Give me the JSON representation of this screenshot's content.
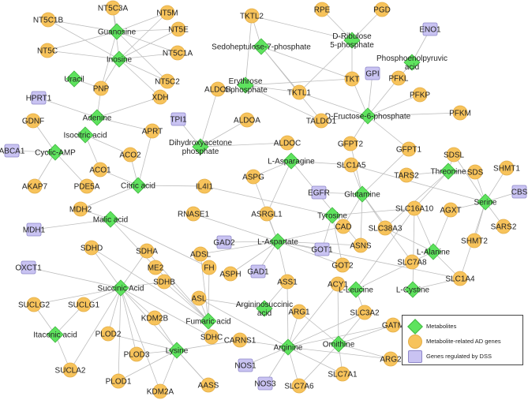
{
  "colors": {
    "metabolite": "#5ee35e",
    "metabolite_stroke": "#3fb63f",
    "gene": "#f7c35b",
    "gene_stroke": "#e3ad45",
    "dss": "#c9c3f2",
    "dss_stroke": "#8d86c8",
    "edge": "#bdbdbd"
  },
  "legend": {
    "metabolites": "Metabolites",
    "genes": "Metabolite-related AD genes",
    "dss": "Genes regulated by DSS"
  },
  "nodes": [
    {
      "id": "NT5C3A",
      "label": "NT5C3A",
      "type": "gene"
    },
    {
      "id": "NT5C1B",
      "label": "NT5C1B",
      "type": "gene"
    },
    {
      "id": "NT5M",
      "label": "NT5M",
      "type": "gene"
    },
    {
      "id": "Guanosine",
      "label": "Guanosine",
      "type": "metabolite"
    },
    {
      "id": "NT5C",
      "label": "NT5C",
      "type": "gene"
    },
    {
      "id": "NT5E",
      "label": "NT5E",
      "type": "gene"
    },
    {
      "id": "Inosine",
      "label": "Inosine",
      "type": "metabolite"
    },
    {
      "id": "NT5C1A",
      "label": "NT5C1A",
      "type": "gene"
    },
    {
      "id": "Uracil",
      "label": "Uracil",
      "type": "metabolite"
    },
    {
      "id": "PNP",
      "label": "PNP",
      "type": "gene"
    },
    {
      "id": "XDH",
      "label": "XDH",
      "type": "gene"
    },
    {
      "id": "NT5C2",
      "label": "NT5C2",
      "type": "gene"
    },
    {
      "id": "HPRT1",
      "label": "HPRT1",
      "type": "dss"
    },
    {
      "id": "Adenine",
      "label": "Adenine",
      "type": "metabolite"
    },
    {
      "id": "GDNF",
      "label": "GDNF",
      "type": "gene"
    },
    {
      "id": "IsocitricAcid",
      "label": "Isocitric acid",
      "type": "metabolite"
    },
    {
      "id": "APRT",
      "label": "APRT",
      "type": "gene"
    },
    {
      "id": "ABCA1",
      "label": "ABCA1",
      "type": "dss"
    },
    {
      "id": "CyclicAMP",
      "label": "Cyclic-AMP",
      "type": "metabolite"
    },
    {
      "id": "ACO2",
      "label": "ACO2",
      "type": "gene"
    },
    {
      "id": "ACO1",
      "label": "ACO1",
      "type": "gene"
    },
    {
      "id": "AKAP7",
      "label": "AKAP7",
      "type": "gene"
    },
    {
      "id": "PDE5A",
      "label": "PDE5A",
      "type": "gene"
    },
    {
      "id": "CitricAcid",
      "label": "Citric acid",
      "type": "metabolite"
    },
    {
      "id": "MDH2",
      "label": "MDH2",
      "type": "gene"
    },
    {
      "id": "MalicAcid",
      "label": "Malic acid",
      "type": "metabolite"
    },
    {
      "id": "MDH1",
      "label": "MDH1",
      "type": "dss"
    },
    {
      "id": "TKTL2",
      "label": "TKTL2",
      "type": "gene"
    },
    {
      "id": "RPE",
      "label": "RPE",
      "type": "gene"
    },
    {
      "id": "PGD",
      "label": "PGD",
      "type": "gene"
    },
    {
      "id": "S7P",
      "label": "Sedoheptulose-7-phosphate",
      "type": "metabolite"
    },
    {
      "id": "Ribulose",
      "label": "D-Ribulose\n5-phosphate",
      "type": "metabolite"
    },
    {
      "id": "ENO1",
      "label": "ENO1",
      "type": "dss"
    },
    {
      "id": "PEP",
      "label": "Phosphoenolpyruvic\nacid",
      "type": "metabolite"
    },
    {
      "id": "GPI",
      "label": "GPI",
      "type": "dss"
    },
    {
      "id": "E4P",
      "label": "Erythrose\n4-phosphate",
      "type": "metabolite"
    },
    {
      "id": "TKT",
      "label": "TKT",
      "type": "gene"
    },
    {
      "id": "PFKL",
      "label": "PFKL",
      "type": "gene"
    },
    {
      "id": "ALDOB",
      "label": "ALDOB",
      "type": "gene"
    },
    {
      "id": "TKTL1",
      "label": "TKTL1",
      "type": "gene"
    },
    {
      "id": "PFKP",
      "label": "PFKP",
      "type": "gene"
    },
    {
      "id": "F6P",
      "label": "D-Fructose-6-phosphate",
      "type": "metabolite"
    },
    {
      "id": "TALDO1",
      "label": "TALDO1",
      "type": "gene"
    },
    {
      "id": "PFKM",
      "label": "PFKM",
      "type": "gene"
    },
    {
      "id": "TPI1",
      "label": "TPI1",
      "type": "dss"
    },
    {
      "id": "ALDOA",
      "label": "ALDOA",
      "type": "gene"
    },
    {
      "id": "ALDOC",
      "label": "ALDOC",
      "type": "gene"
    },
    {
      "id": "DHAP",
      "label": "Dihydroxyacetone\nphosphate",
      "type": "metabolite"
    },
    {
      "id": "GFPT2",
      "label": "GFPT2",
      "type": "gene"
    },
    {
      "id": "GFPT1",
      "label": "GFPT1",
      "type": "gene"
    },
    {
      "id": "SDSL",
      "label": "SDSL",
      "type": "gene"
    },
    {
      "id": "LAsparagine",
      "label": "L-Asparagine",
      "type": "metabolite"
    },
    {
      "id": "SLC1A5",
      "label": "SLC1A5",
      "type": "gene"
    },
    {
      "id": "SDS",
      "label": "SDS",
      "type": "gene"
    },
    {
      "id": "SHMT1",
      "label": "SHMT1",
      "type": "gene"
    },
    {
      "id": "Threonine",
      "label": "Threonine",
      "type": "metabolite"
    },
    {
      "id": "TARS2",
      "label": "TARS2",
      "type": "gene"
    },
    {
      "id": "ASPG",
      "label": "ASPG",
      "type": "gene"
    },
    {
      "id": "IL4I1",
      "label": "IL4I1",
      "type": "gene"
    },
    {
      "id": "EGFR",
      "label": "EGFR",
      "type": "dss"
    },
    {
      "id": "Glutamine",
      "label": "Glutamine",
      "type": "metabolite"
    },
    {
      "id": "Serine",
      "label": "Serine",
      "type": "metabolite"
    },
    {
      "id": "CBS",
      "label": "CBS",
      "type": "dss"
    },
    {
      "id": "SLC16A10",
      "label": "SLC16A10",
      "type": "gene"
    },
    {
      "id": "RNASE1",
      "label": "RNASE1",
      "type": "gene"
    },
    {
      "id": "ASRGL1",
      "label": "ASRGL1",
      "type": "gene"
    },
    {
      "id": "Tyrosine",
      "label": "Tyrosine",
      "type": "metabolite"
    },
    {
      "id": "AGXT",
      "label": "AGXT",
      "type": "gene"
    },
    {
      "id": "SARS2",
      "label": "SARS2",
      "type": "gene"
    },
    {
      "id": "CAD",
      "label": "CAD",
      "type": "gene"
    },
    {
      "id": "SLC38A3",
      "label": "SLC38A3",
      "type": "gene"
    },
    {
      "id": "SHMT2",
      "label": "SHMT2",
      "type": "gene"
    },
    {
      "id": "GAD2",
      "label": "GAD2",
      "type": "dss"
    },
    {
      "id": "LAspartate",
      "label": "L-Aspartate",
      "type": "metabolite"
    },
    {
      "id": "GOT1",
      "label": "GOT1",
      "type": "dss"
    },
    {
      "id": "ASNS",
      "label": "ASNS",
      "type": "gene"
    },
    {
      "id": "LAlanine",
      "label": "L-Alanine",
      "type": "metabolite"
    },
    {
      "id": "SDHD",
      "label": "SDHD",
      "type": "gene"
    },
    {
      "id": "ADSL",
      "label": "ADSL",
      "type": "gene"
    },
    {
      "id": "SLC7A8",
      "label": "SLC7A8",
      "type": "gene"
    },
    {
      "id": "OXCT1",
      "label": "OXCT1",
      "type": "dss"
    },
    {
      "id": "SDHA",
      "label": "SDHA",
      "type": "gene"
    },
    {
      "id": "ME2",
      "label": "ME2",
      "type": "gene"
    },
    {
      "id": "FH",
      "label": "FH",
      "type": "gene"
    },
    {
      "id": "GAD1",
      "label": "GAD1",
      "type": "dss"
    },
    {
      "id": "GOT2",
      "label": "GOT2",
      "type": "gene"
    },
    {
      "id": "SLC1A4",
      "label": "SLC1A4",
      "type": "gene"
    },
    {
      "id": "ASPH",
      "label": "ASPH",
      "type": "gene"
    },
    {
      "id": "SuccinicAcid",
      "label": "Succinic Acid",
      "type": "metabolite"
    },
    {
      "id": "SDHB",
      "label": "SDHB",
      "type": "gene"
    },
    {
      "id": "ASS1",
      "label": "ASS1",
      "type": "gene"
    },
    {
      "id": "ACY1",
      "label": "ACY1",
      "type": "gene"
    },
    {
      "id": "LLeucine",
      "label": "L-Leucine",
      "type": "metabolite"
    },
    {
      "id": "LCystine",
      "label": "L-Cystine",
      "type": "metabolite"
    },
    {
      "id": "SUCLG2",
      "label": "SUCLG2",
      "type": "gene"
    },
    {
      "id": "SUCLG1",
      "label": "SUCLG1",
      "type": "gene"
    },
    {
      "id": "ASL",
      "label": "ASL",
      "type": "gene"
    },
    {
      "id": "Argininosuccinic",
      "label": "Argininosuccinic\nacid",
      "type": "metabolite"
    },
    {
      "id": "ARG1",
      "label": "ARG1",
      "type": "gene"
    },
    {
      "id": "SLC3A2",
      "label": "SLC3A2",
      "type": "gene"
    },
    {
      "id": "KDM2B",
      "label": "KDM2B",
      "type": "gene"
    },
    {
      "id": "FumaricAcid",
      "label": "Fumaric acid",
      "type": "metabolite"
    },
    {
      "id": "GATM",
      "label": "GATM",
      "type": "gene"
    },
    {
      "id": "ItaconicAcid",
      "label": "Itaconic acid",
      "type": "metabolite"
    },
    {
      "id": "PLOD2",
      "label": "PLOD2",
      "type": "gene"
    },
    {
      "id": "SDHC",
      "label": "SDHC",
      "type": "gene"
    },
    {
      "id": "CARNS1",
      "label": "CARNS1",
      "type": "gene"
    },
    {
      "id": "Ornithine",
      "label": "Ornithine",
      "type": "metabolite"
    },
    {
      "id": "PLOD3",
      "label": "PLOD3",
      "type": "gene"
    },
    {
      "id": "Lysine",
      "label": "Lysine",
      "type": "metabolite"
    },
    {
      "id": "Arginine",
      "label": "Arginine",
      "type": "metabolite"
    },
    {
      "id": "ARG2",
      "label": "ARG2",
      "type": "gene"
    },
    {
      "id": "NOS1",
      "label": "NOS1",
      "type": "dss"
    },
    {
      "id": "SUCLA2",
      "label": "SUCLA2",
      "type": "gene"
    },
    {
      "id": "SLC7A1",
      "label": "SLC7A1",
      "type": "gene"
    },
    {
      "id": "PLOD1",
      "label": "PLOD1",
      "type": "gene"
    },
    {
      "id": "AASS",
      "label": "AASS",
      "type": "gene"
    },
    {
      "id": "NOS3",
      "label": "NOS3",
      "type": "dss"
    },
    {
      "id": "SLC7A6",
      "label": "SLC7A6",
      "type": "gene"
    },
    {
      "id": "KDM2A",
      "label": "KDM2A",
      "type": "gene"
    }
  ],
  "edges": [
    [
      "Guanosine",
      "NT5C3A"
    ],
    [
      "Guanosine",
      "NT5C1B"
    ],
    [
      "Guanosine",
      "NT5M"
    ],
    [
      "Guanosine",
      "NT5C"
    ],
    [
      "Guanosine",
      "NT5E"
    ],
    [
      "Guanosine",
      "NT5C1A"
    ],
    [
      "Guanosine",
      "NT5C2"
    ],
    [
      "Guanosine",
      "PNP"
    ],
    [
      "Inosine",
      "NT5C3A"
    ],
    [
      "Inosine",
      "NT5C1B"
    ],
    [
      "Inosine",
      "NT5M"
    ],
    [
      "Inosine",
      "NT5C"
    ],
    [
      "Inosine",
      "NT5E"
    ],
    [
      "Inosine",
      "NT5C1A"
    ],
    [
      "Inosine",
      "NT5C2"
    ],
    [
      "Inosine",
      "PNP"
    ],
    [
      "Inosine",
      "XDH"
    ],
    [
      "Uracil",
      "PNP"
    ],
    [
      "Adenine",
      "PNP"
    ],
    [
      "Adenine",
      "XDH"
    ],
    [
      "Adenine",
      "HPRT1"
    ],
    [
      "Adenine",
      "APRT"
    ],
    [
      "CitricAcid",
      "APRT"
    ],
    [
      "CitricAcid",
      "ACO2"
    ],
    [
      "CitricAcid",
      "ACO1"
    ],
    [
      "CitricAcid",
      "IL4I1"
    ],
    [
      "CitricAcid",
      "MDH2"
    ],
    [
      "IsocitricAcid",
      "ACO2"
    ],
    [
      "IsocitricAcid",
      "ACO1"
    ],
    [
      "CyclicAMP",
      "GDNF"
    ],
    [
      "CyclicAMP",
      "ABCA1"
    ],
    [
      "CyclicAMP",
      "AKAP7"
    ],
    [
      "CyclicAMP",
      "PDE5A"
    ],
    [
      "MalicAcid",
      "MDH2"
    ],
    [
      "MalicAcid",
      "MDH1"
    ],
    [
      "MalicAcid",
      "ME2"
    ],
    [
      "MalicAcid",
      "FH"
    ],
    [
      "S7P",
      "TKTL2"
    ],
    [
      "S7P",
      "TKT"
    ],
    [
      "S7P",
      "TKTL1"
    ],
    [
      "S7P",
      "TALDO1"
    ],
    [
      "Ribulose",
      "RPE"
    ],
    [
      "Ribulose",
      "PGD"
    ],
    [
      "Ribulose",
      "TKT"
    ],
    [
      "Ribulose",
      "TKTL1"
    ],
    [
      "Ribulose",
      "TKTL2"
    ],
    [
      "E4P",
      "TKT"
    ],
    [
      "E4P",
      "TKTL1"
    ],
    [
      "E4P",
      "TALDO1"
    ],
    [
      "E4P",
      "TKTL2"
    ],
    [
      "F6P",
      "TKT"
    ],
    [
      "F6P",
      "TKTL1"
    ],
    [
      "F6P",
      "TALDO1"
    ],
    [
      "F6P",
      "GPI"
    ],
    [
      "F6P",
      "PFKL"
    ],
    [
      "F6P",
      "PFKP"
    ],
    [
      "F6P",
      "PFKM"
    ],
    [
      "F6P",
      "GFPT2"
    ],
    [
      "F6P",
      "GFPT1"
    ],
    [
      "PEP",
      "ENO1"
    ],
    [
      "PEP",
      "PFKL"
    ],
    [
      "DHAP",
      "ALDOB"
    ],
    [
      "DHAP",
      "ALDOA"
    ],
    [
      "DHAP",
      "ALDOC"
    ],
    [
      "DHAP",
      "TPI1"
    ],
    [
      "LAsparagine",
      "ASPG"
    ],
    [
      "LAsparagine",
      "ASRGL1"
    ],
    [
      "LAsparagine",
      "SLC1A5"
    ],
    [
      "LAsparagine",
      "ASNS"
    ],
    [
      "Glutamine",
      "GFPT2"
    ],
    [
      "Glutamine",
      "GFPT1"
    ],
    [
      "Glutamine",
      "SLC1A5"
    ],
    [
      "Glutamine",
      "SLC38A3"
    ],
    [
      "Glutamine",
      "CAD"
    ],
    [
      "Glutamine",
      "EGFR"
    ],
    [
      "Glutamine",
      "ASNS"
    ],
    [
      "Glutamine",
      "SLC7A8"
    ],
    [
      "Threonine",
      "SDSL"
    ],
    [
      "Threonine",
      "SDS"
    ],
    [
      "Threonine",
      "TARS2"
    ],
    [
      "Threonine",
      "SLC16A10"
    ],
    [
      "Threonine",
      "SLC38A3"
    ],
    [
      "Serine",
      "SDSL"
    ],
    [
      "Serine",
      "SDS"
    ],
    [
      "Serine",
      "SHMT1"
    ],
    [
      "Serine",
      "CBS"
    ],
    [
      "Serine",
      "SARS2"
    ],
    [
      "Serine",
      "SHMT2"
    ],
    [
      "Serine",
      "AGXT"
    ],
    [
      "Serine",
      "SLC1A4"
    ],
    [
      "Serine",
      "SLC1A5"
    ],
    [
      "Tyrosine",
      "SLC16A10"
    ],
    [
      "Tyrosine",
      "IL4I1"
    ],
    [
      "Tyrosine",
      "GOT1"
    ],
    [
      "Tyrosine",
      "GOT2"
    ],
    [
      "LAspartate",
      "ASPG"
    ],
    [
      "LAspartate",
      "ASRGL1"
    ],
    [
      "LAspartate",
      "RNASE1"
    ],
    [
      "LAspartate",
      "GAD2"
    ],
    [
      "LAspartate",
      "GAD1"
    ],
    [
      "LAspartate",
      "GOT1"
    ],
    [
      "LAspartate",
      "GOT2"
    ],
    [
      "LAspartate",
      "CAD"
    ],
    [
      "LAspartate",
      "ASNS"
    ],
    [
      "LAspartate",
      "ASPH"
    ],
    [
      "LAspartate",
      "ADSL"
    ],
    [
      "LAspartate",
      "ASS1"
    ],
    [
      "LAspartate",
      "SLC1A4"
    ],
    [
      "LAlanine",
      "AGXT"
    ],
    [
      "LAlanine",
      "SLC38A3"
    ],
    [
      "LAlanine",
      "SLC1A4"
    ],
    [
      "LAlanine",
      "SLC7A8"
    ],
    [
      "LAlanine",
      "SLC16A10"
    ],
    [
      "LLeucine",
      "SLC7A8"
    ],
    [
      "LLeucine",
      "SLC16A10"
    ],
    [
      "LLeucine",
      "SLC3A2"
    ],
    [
      "LCystine",
      "SLC1A4"
    ],
    [
      "LCystine",
      "SLC16A10"
    ],
    [
      "SuccinicAcid",
      "SDHD"
    ],
    [
      "SuccinicAcid",
      "SDHA"
    ],
    [
      "SuccinicAcid",
      "SDHB"
    ],
    [
      "SuccinicAcid",
      "SDHC"
    ],
    [
      "SuccinicAcid",
      "OXCT1"
    ],
    [
      "SuccinicAcid",
      "SUCLG2"
    ],
    [
      "SuccinicAcid",
      "SUCLG1"
    ],
    [
      "SuccinicAcid",
      "SUCLA2"
    ],
    [
      "SuccinicAcid",
      "PLOD2"
    ],
    [
      "SuccinicAcid",
      "PLOD3"
    ],
    [
      "SuccinicAcid",
      "PLOD1"
    ],
    [
      "SuccinicAcid",
      "KDM2B"
    ],
    [
      "SuccinicAcid",
      "KDM2A"
    ],
    [
      "SuccinicAcid",
      "AASS"
    ],
    [
      "ItaconicAcid",
      "SUCLG2"
    ],
    [
      "ItaconicAcid",
      "SUCLG1"
    ],
    [
      "ItaconicAcid",
      "SUCLA2"
    ],
    [
      "FumaricAcid",
      "SDHD"
    ],
    [
      "FumaricAcid",
      "SDHA"
    ],
    [
      "FumaricAcid",
      "SDHB"
    ],
    [
      "FumaricAcid",
      "SDHC"
    ],
    [
      "FumaricAcid",
      "FH"
    ],
    [
      "FumaricAcid",
      "ADSL"
    ],
    [
      "FumaricAcid",
      "ASL"
    ],
    [
      "FumaricAcid",
      "ME2"
    ],
    [
      "Argininosuccinic",
      "ASL"
    ],
    [
      "Argininosuccinic",
      "ASS1"
    ],
    [
      "Lysine",
      "PLOD2"
    ],
    [
      "Lysine",
      "PLOD3"
    ],
    [
      "Lysine",
      "PLOD1"
    ],
    [
      "Lysine",
      "KDM2B"
    ],
    [
      "Lysine",
      "KDM2A"
    ],
    [
      "Lysine",
      "AASS"
    ],
    [
      "Lysine",
      "CARNS1"
    ],
    [
      "Arginine",
      "ASL"
    ],
    [
      "Arginine",
      "ARG1"
    ],
    [
      "Arginine",
      "ARG2"
    ],
    [
      "Arginine",
      "NOS1"
    ],
    [
      "Arginine",
      "NOS3"
    ],
    [
      "Arginine",
      "SLC7A1"
    ],
    [
      "Arginine",
      "SLC7A6"
    ],
    [
      "Arginine",
      "SLC3A2"
    ],
    [
      "Arginine",
      "GATM"
    ],
    [
      "Arginine",
      "CARNS1"
    ],
    [
      "Arginine",
      "ASS1"
    ],
    [
      "Arginine",
      "ACY1"
    ],
    [
      "Ornithine",
      "ARG1"
    ],
    [
      "Ornithine",
      "ARG2"
    ],
    [
      "Ornithine",
      "GATM"
    ],
    [
      "Ornithine",
      "SLC7A1"
    ],
    [
      "Ornithine",
      "SLC7A6"
    ],
    [
      "Ornithine",
      "SLC3A2"
    ],
    [
      "Ornithine",
      "ACY1"
    ]
  ]
}
